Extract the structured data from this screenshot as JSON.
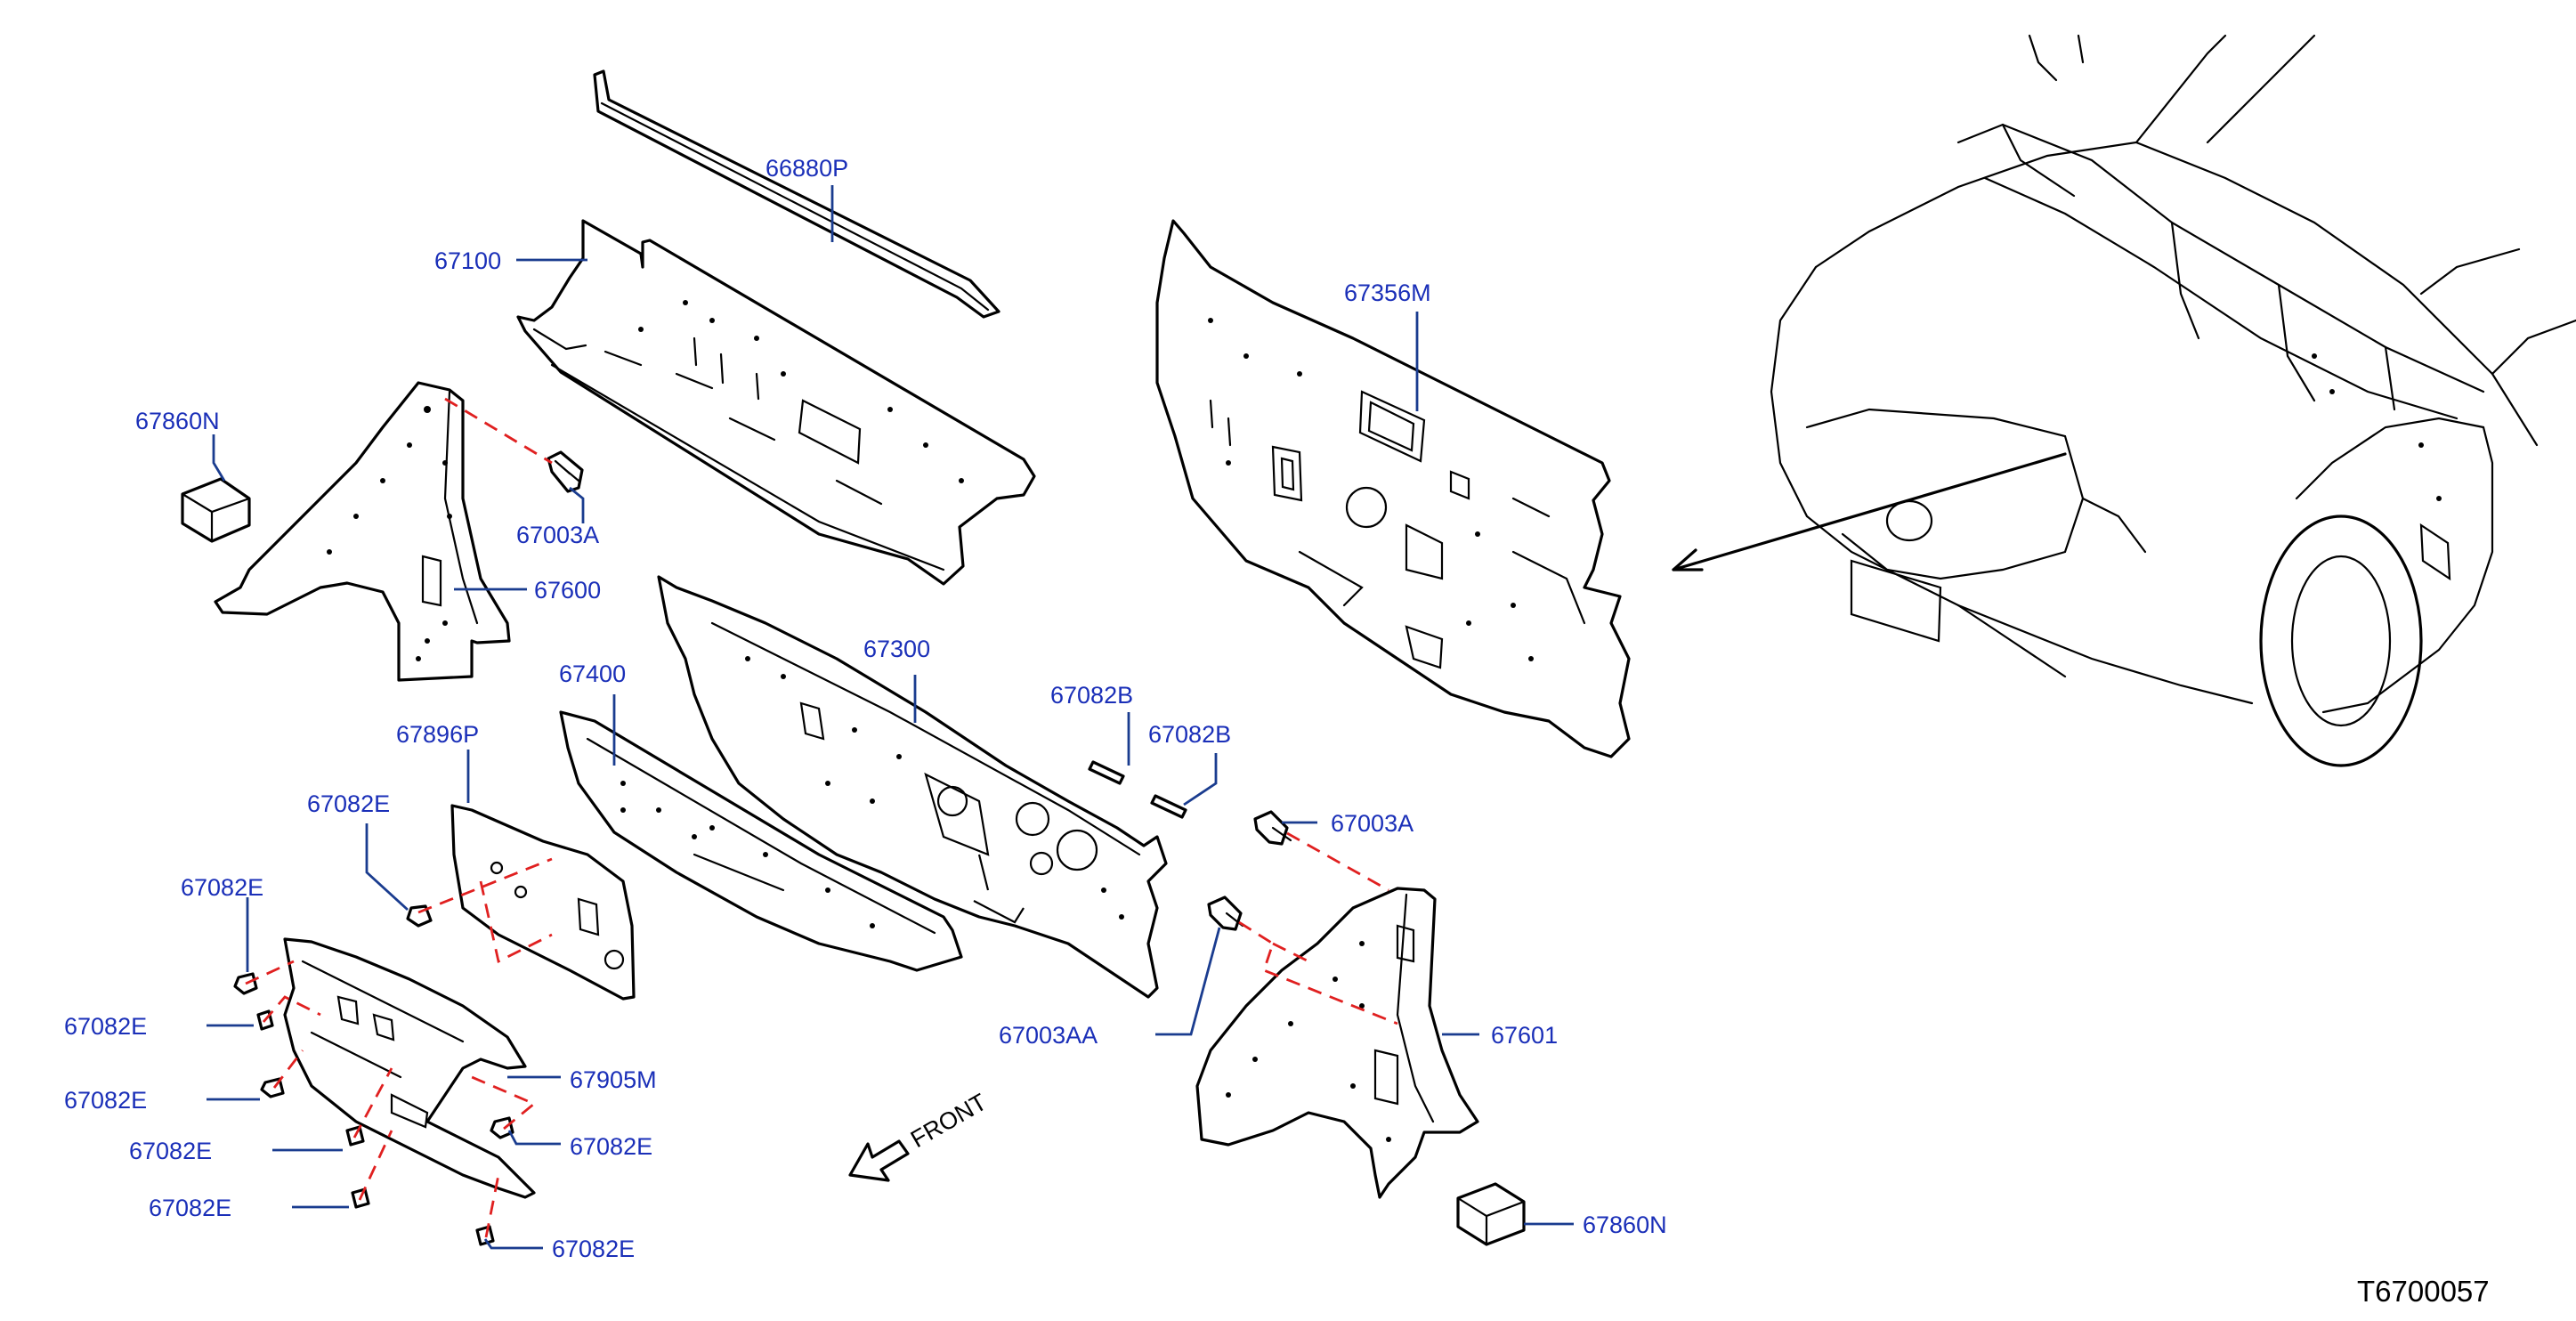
{
  "drawing_number": "T6700057",
  "front_label": "FRONT",
  "callouts": {
    "p66880P": "66880P",
    "p67100": "67100",
    "p67860N_left": "67860N",
    "p67003A_left": "67003A",
    "p67600": "67600",
    "p67400": "67400",
    "p67300": "67300",
    "p67896P": "67896P",
    "p67082E_a": "67082E",
    "p67082E_b": "67082E",
    "p67082E_c": "67082E",
    "p67082E_d": "67082E",
    "p67082E_e": "67082E",
    "p67082E_f": "67082E",
    "p67082E_g": "67082E",
    "p67082E_h": "67082E",
    "p67905M": "67905M",
    "p67356M": "67356M",
    "p67082B_a": "67082B",
    "p67082B_b": "67082B",
    "p67003A_right": "67003A",
    "p67003AA": "67003AA",
    "p67601": "67601",
    "p67860N_right": "67860N"
  },
  "colors": {
    "callout_text": "#1a2fb8",
    "leader_line": "#1a3c8f",
    "assembly_dash": "#e02020",
    "line_art": "#000000"
  }
}
